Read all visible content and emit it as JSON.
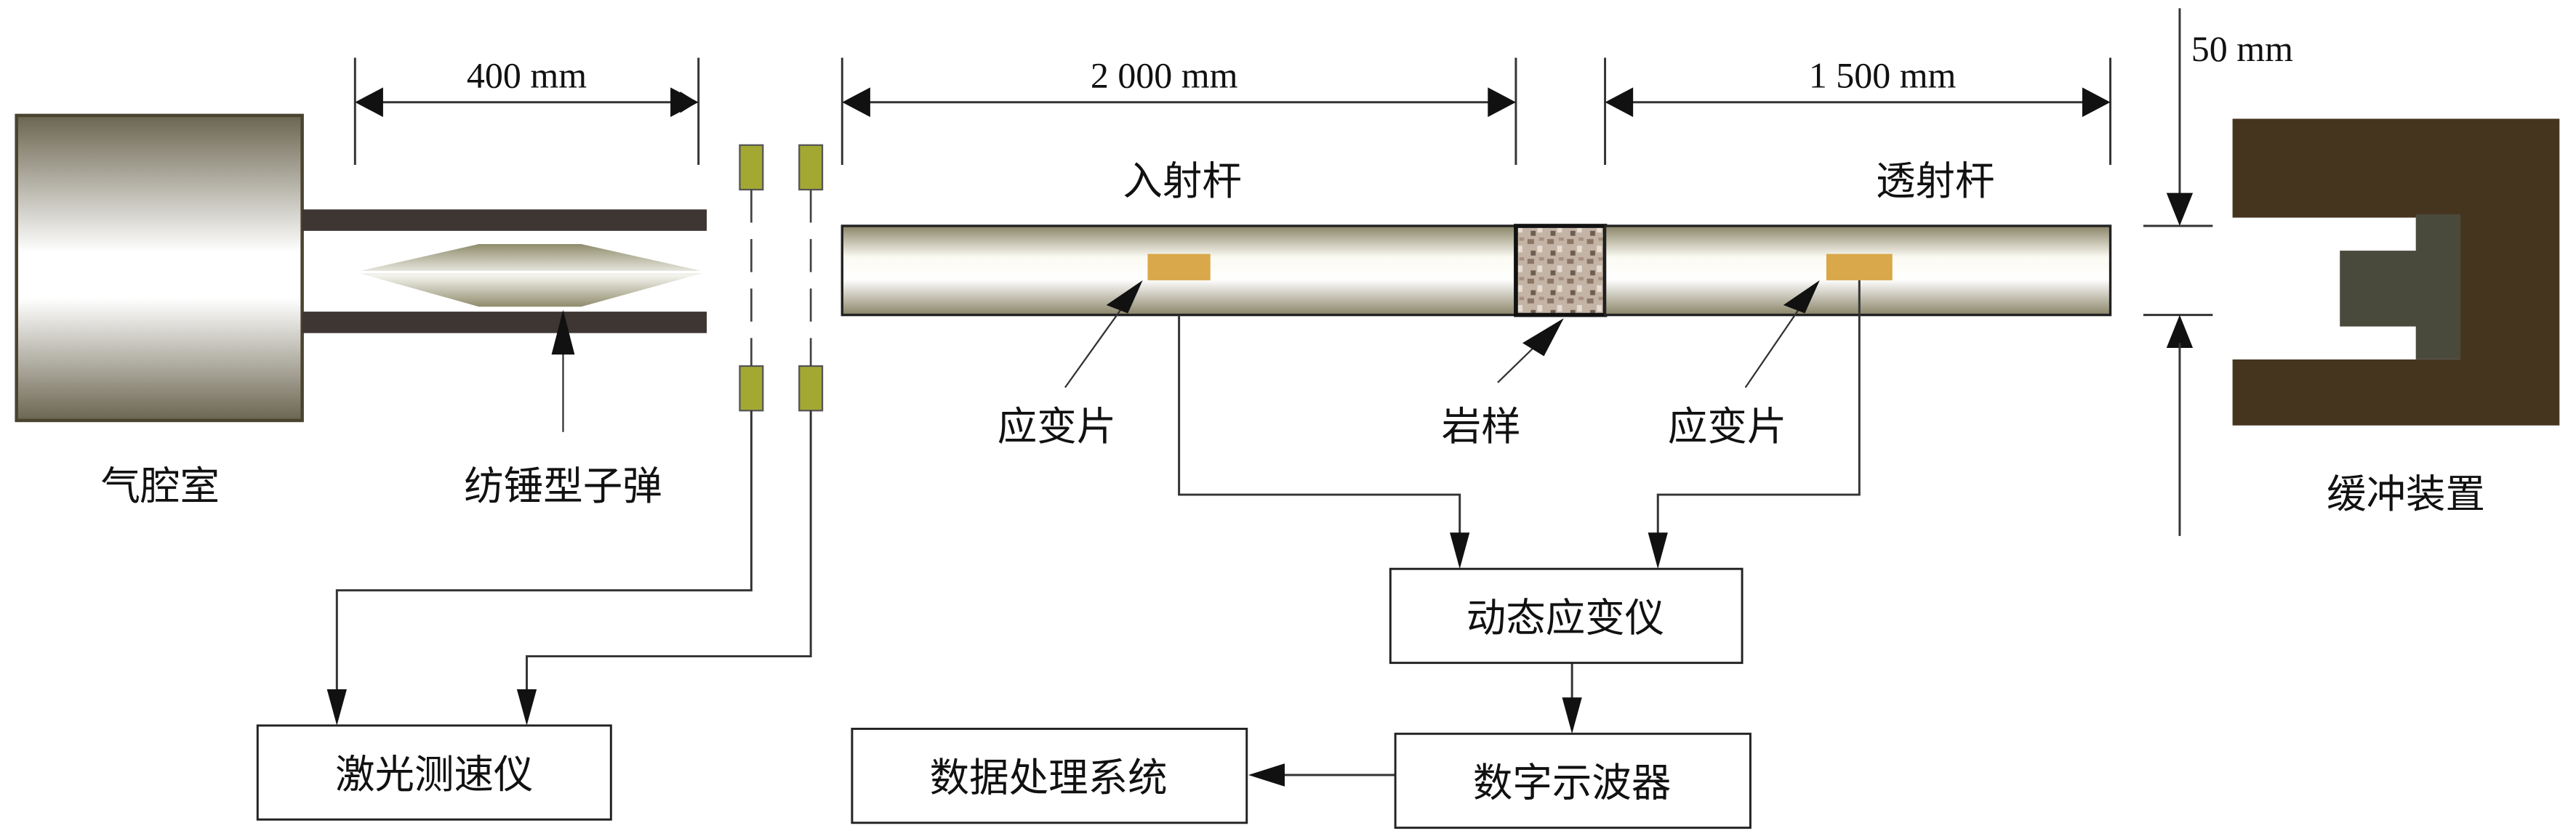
{
  "title": "SHPB test apparatus schematic",
  "dimensions": {
    "striker_length": "400 mm",
    "incident_bar_length": "2 000 mm",
    "transmission_bar_length": "1 500 mm",
    "bar_diameter": "50 mm"
  },
  "components": {
    "gas_chamber": "气腔室",
    "spindle_striker": "纺锤型子弹",
    "incident_bar": "入射杆",
    "transmission_bar": "透射杆",
    "strain_gauge_left": "应变片",
    "rock_sample": "岩样",
    "strain_gauge_right": "应变片",
    "buffer_device": "缓冲装置"
  },
  "instruments": {
    "laser_velocimeter": "激光测速仪",
    "dynamic_strain_meter": "动态应变仪",
    "digital_oscilloscope": "数字示波器",
    "data_processing_system": "数据处理系统"
  },
  "colors": {
    "gas_chamber": "#6b6550",
    "rail": "#3d3632",
    "sensor": "#a3a832",
    "bar_edge": "#8a8468",
    "gauge": "#d9a84a",
    "buffer": "#45351f",
    "buffer_insert": "#4a4a3c"
  }
}
